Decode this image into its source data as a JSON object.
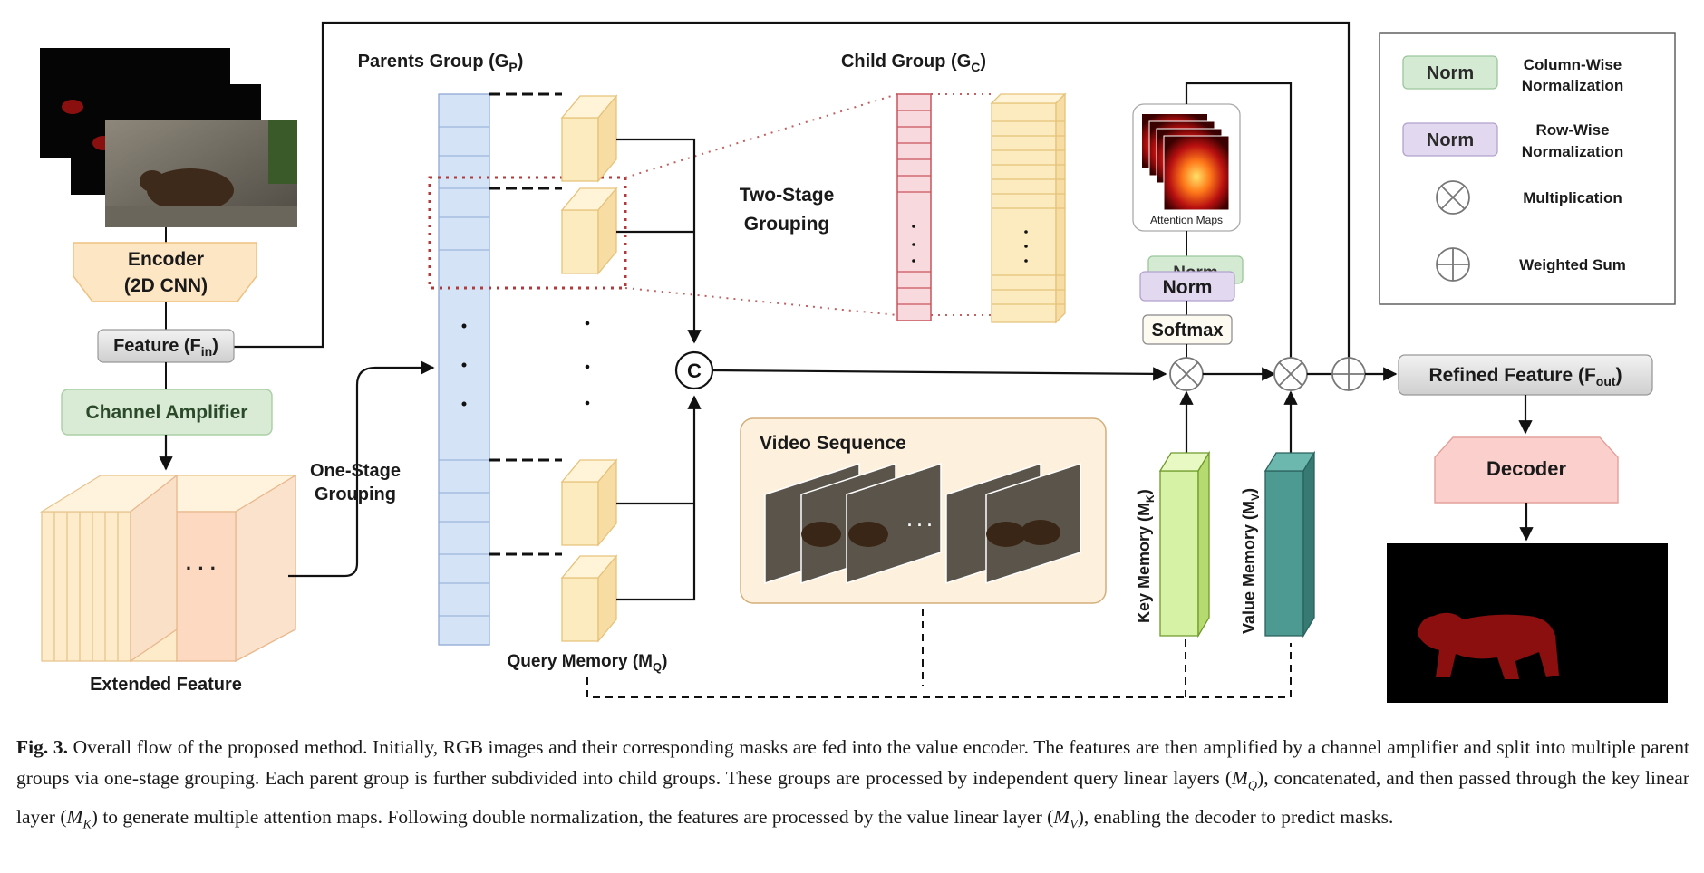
{
  "figure": {
    "parents_group": {
      "title": "Parents Group (G",
      "sub": "P",
      "close": ")"
    },
    "child_group": {
      "title": "Child Group (G",
      "sub": "C",
      "close": ")"
    },
    "encoder": {
      "line1": "Encoder",
      "line2": "(2D CNN)"
    },
    "feature_in": {
      "text": "Feature (F",
      "sub": "in",
      "close": ")"
    },
    "channel_amplifier": "Channel Amplifier",
    "extended_feature": "Extended Feature",
    "one_stage": {
      "line1": "One-Stage",
      "line2": "Grouping"
    },
    "two_stage": {
      "line1": "Two-Stage",
      "line2": "Grouping"
    },
    "query_memory": {
      "text": "Query Memory (M",
      "sub": "Q",
      "close": ")"
    },
    "concat_symbol": "C",
    "video_sequence": "Video Sequence",
    "attention_maps": "Attention Maps",
    "norm_back": "Norm",
    "norm_front": "Norm",
    "softmax": "Softmax",
    "key_memory": {
      "text": "Key Memory (M",
      "sub": "K",
      "close": ")"
    },
    "value_memory": {
      "text": "Value Memory (M",
      "sub": "V",
      "close": ")"
    },
    "refined_feature": {
      "text": "Refined Feature (F",
      "sub": "out",
      "close": ")"
    },
    "decoder": "Decoder",
    "ellipsis": "· · ·",
    "legend": {
      "items": [
        {
          "symbol": "Norm",
          "line1": "Column-Wise",
          "line2": "Normalization",
          "color": "#d5ead3",
          "border": "#9cc79a"
        },
        {
          "symbol": "Norm",
          "line1": "Row-Wise",
          "line2": "Normalization",
          "color": "#e2d8ef",
          "border": "#b3a2cf"
        },
        {
          "symbol": "multiplication",
          "line1": "Multiplication"
        },
        {
          "symbol": "weighted-sum",
          "line1": "Weighted Sum"
        }
      ]
    }
  },
  "caption": {
    "label": "Fig. 3.",
    "p1": "Overall flow of the proposed method. Initially, RGB images and their corresponding masks are fed into the value encoder. The features are then amplified by a channel amplifier and split into multiple parent groups via one-stage grouping. Each parent group is further subdivided into child groups. These groups are processed by independent query linear layers (",
    "m_q": "M",
    "m_q_sub": "Q",
    "p2": "), concatenated, and then passed through the key linear layer (",
    "m_k": "M",
    "m_k_sub": "K",
    "p3": ") to generate multiple attention maps. Following double normalization, the features are processed by the value linear layer (",
    "m_v": "M",
    "m_v_sub": "V",
    "p4": "), enabling the decoder to predict masks."
  }
}
